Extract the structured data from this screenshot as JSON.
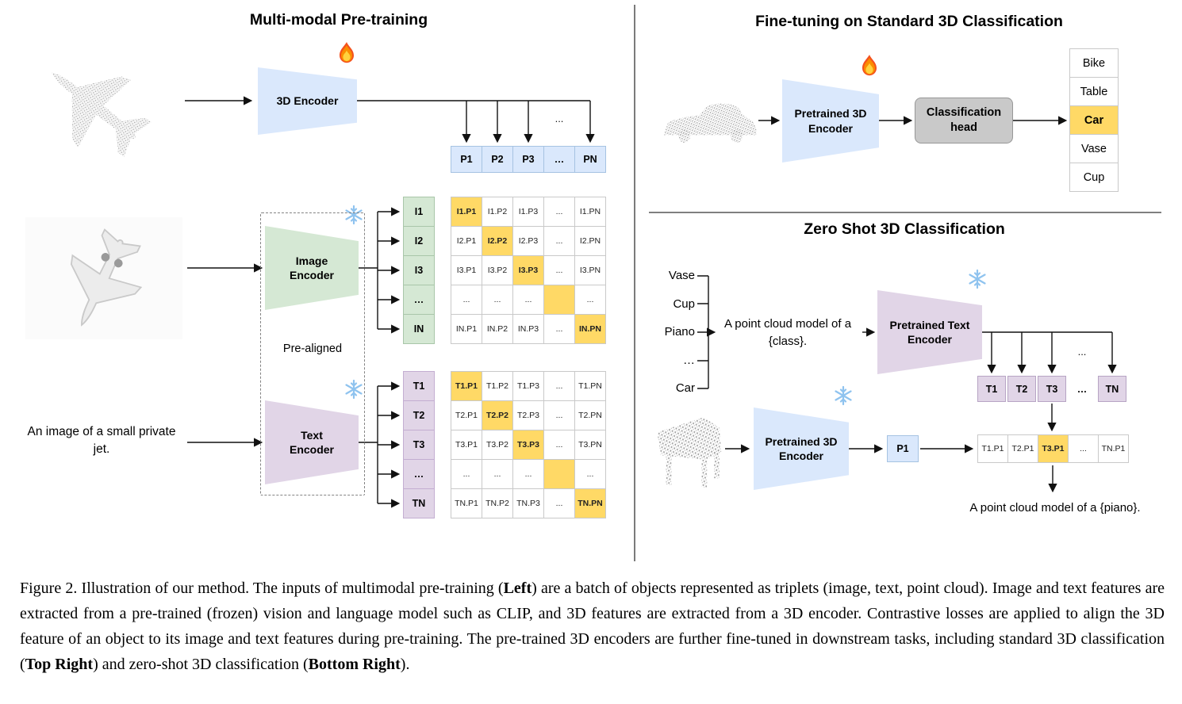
{
  "shared": {
    "ellipsis": "..."
  },
  "left": {
    "title": "Multi-modal Pre-training",
    "encoder_3d_label": "3D Encoder",
    "image_encoder_label": "Image Encoder",
    "text_encoder_label": "Text Encoder",
    "pre_aligned_label": "Pre-aligned",
    "input_text": "An image of a small private jet.",
    "p_row": [
      "P1",
      "P2",
      "P3",
      "…",
      "PN"
    ],
    "i_labels": [
      "I1",
      "I2",
      "I3",
      "…",
      "IN"
    ],
    "t_labels": [
      "T1",
      "T2",
      "T3",
      "…",
      "TN"
    ],
    "image_matrix": [
      [
        "I1.P1",
        "I1.P2",
        "I1.P3",
        "...",
        "I1.PN"
      ],
      [
        "I2.P1",
        "I2.P2",
        "I2.P3",
        "...",
        "I2.PN"
      ],
      [
        "I3.P1",
        "I3.P2",
        "I3.P3",
        "...",
        "I3.PN"
      ],
      [
        "...",
        "...",
        "...",
        "",
        "..."
      ],
      [
        "IN.P1",
        "IN.P2",
        "IN.P3",
        "...",
        "IN.PN"
      ]
    ],
    "text_matrix": [
      [
        "T1.P1",
        "T1.P2",
        "T1.P3",
        "...",
        "T1.PN"
      ],
      [
        "T2.P1",
        "T2.P2",
        "T2.P3",
        "...",
        "T2.PN"
      ],
      [
        "T3.P1",
        "T3.P2",
        "T3.P3",
        "...",
        "T3.PN"
      ],
      [
        "...",
        "...",
        "...",
        "",
        "..."
      ],
      [
        "TN.P1",
        "TN.P2",
        "TN.P3",
        "...",
        "TN.PN"
      ]
    ]
  },
  "finetune": {
    "title": "Fine-tuning on Standard 3D Classification",
    "encoder_label": "Pretrained 3D Encoder",
    "head_label": "Classification head",
    "classes": [
      "Bike",
      "Table",
      "Car",
      "Vase",
      "Cup"
    ],
    "highlighted_class": "Car"
  },
  "zeroshot": {
    "title": "Zero Shot 3D Classification",
    "class_list": [
      "Vase",
      "Cup",
      "Piano",
      "…",
      "Car"
    ],
    "prompt": "A point cloud model of a {class}.",
    "text_encoder_label": "Pretrained Text Encoder",
    "encoder_label": "Pretrained 3D Encoder",
    "t_row": [
      "T1",
      "T2",
      "T3",
      "…",
      "TN"
    ],
    "p_cell": "P1",
    "result_row": [
      "T1.P1",
      "T2.P1",
      "T3.P1",
      "...",
      "TN.P1"
    ],
    "output_text": "A point cloud model of a {piano}."
  },
  "icons": {
    "trainable": "fire-icon",
    "frozen": "snowflake-icon"
  },
  "colors": {
    "encoder_blue": "#dae8fc",
    "encoder_green": "#d5e8d4",
    "encoder_purple": "#e1d5e7",
    "highlight_orange": "#ffd966",
    "head_gray": "#c9c9c9"
  },
  "caption": {
    "segments": [
      {
        "text": "Figure 2. Illustration of our method. The inputs of multimodal pre-training (",
        "bold": false
      },
      {
        "text": "Left",
        "bold": true
      },
      {
        "text": ") are a batch of objects represented as triplets (image, text, point cloud). Image and text features are extracted from a pre-trained (frozen) vision and language model such as CLIP, and 3D features are extracted from a 3D encoder. Contrastive losses are applied to align the 3D feature of an object to its image and text features during pre-training. The pre-trained 3D encoders are further fine-tuned in downstream tasks, including standard 3D classification (",
        "bold": false
      },
      {
        "text": "Top Right",
        "bold": true
      },
      {
        "text": ") and zero-shot 3D classification (",
        "bold": false
      },
      {
        "text": "Bottom Right",
        "bold": true
      },
      {
        "text": ").",
        "bold": false
      }
    ]
  }
}
